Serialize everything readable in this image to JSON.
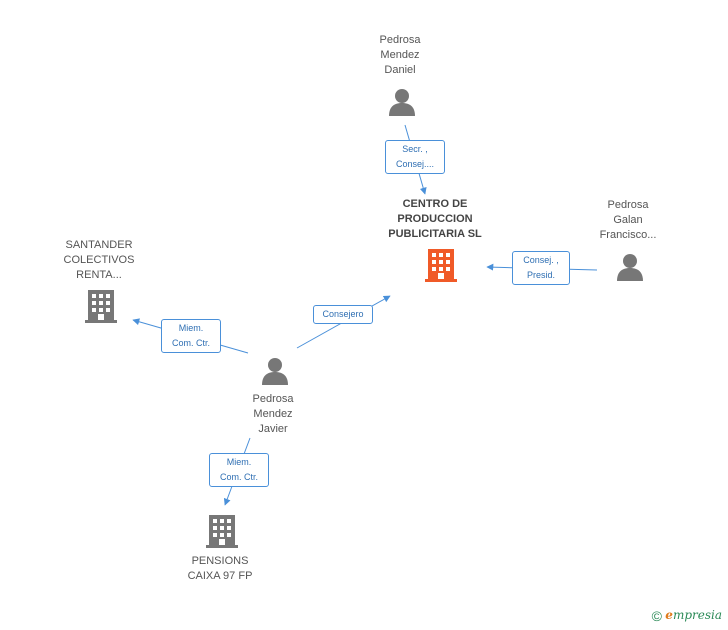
{
  "nodes": {
    "daniel": {
      "name_lines": [
        "Pedrosa",
        "Mendez",
        "Daniel"
      ],
      "type": "person",
      "color": "#777777"
    },
    "centro": {
      "name_lines": [
        "CENTRO DE",
        "PRODUCCION",
        "PUBLICITARIA SL"
      ],
      "type": "company",
      "color": "#f05a28"
    },
    "galan": {
      "name_lines": [
        "Pedrosa",
        "Galan",
        "Francisco..."
      ],
      "type": "person",
      "color": "#777777"
    },
    "santander": {
      "name_lines": [
        "SANTANDER",
        "COLECTIVOS",
        "RENTA..."
      ],
      "type": "company",
      "color": "#777777"
    },
    "javier": {
      "name_lines": [
        "Pedrosa",
        "Mendez",
        "Javier"
      ],
      "type": "person",
      "color": "#777777"
    },
    "pensions": {
      "name_lines": [
        "PENSIONS",
        "CAIXA 97 FP"
      ],
      "type": "company",
      "color": "#777777"
    }
  },
  "edges": {
    "daniel_centro": {
      "label_lines": [
        "Secr. ,",
        "Consej...."
      ]
    },
    "galan_centro": {
      "label_lines": [
        "Consej. ,",
        "Presid."
      ]
    },
    "javier_centro": {
      "label_lines": [
        "Consejero"
      ]
    },
    "javier_santander": {
      "label_lines": [
        "Miem.",
        "Com. Ctr."
      ]
    },
    "javier_pensions": {
      "label_lines": [
        "Miem.",
        "Com. Ctr."
      ]
    }
  },
  "colors": {
    "edge": "#4a90d9",
    "person": "#777777",
    "company": "#777777",
    "focus_company": "#f05a28"
  },
  "footer": {
    "copyright": "©",
    "brand_initial": "e",
    "brand_rest": "mpresia"
  }
}
